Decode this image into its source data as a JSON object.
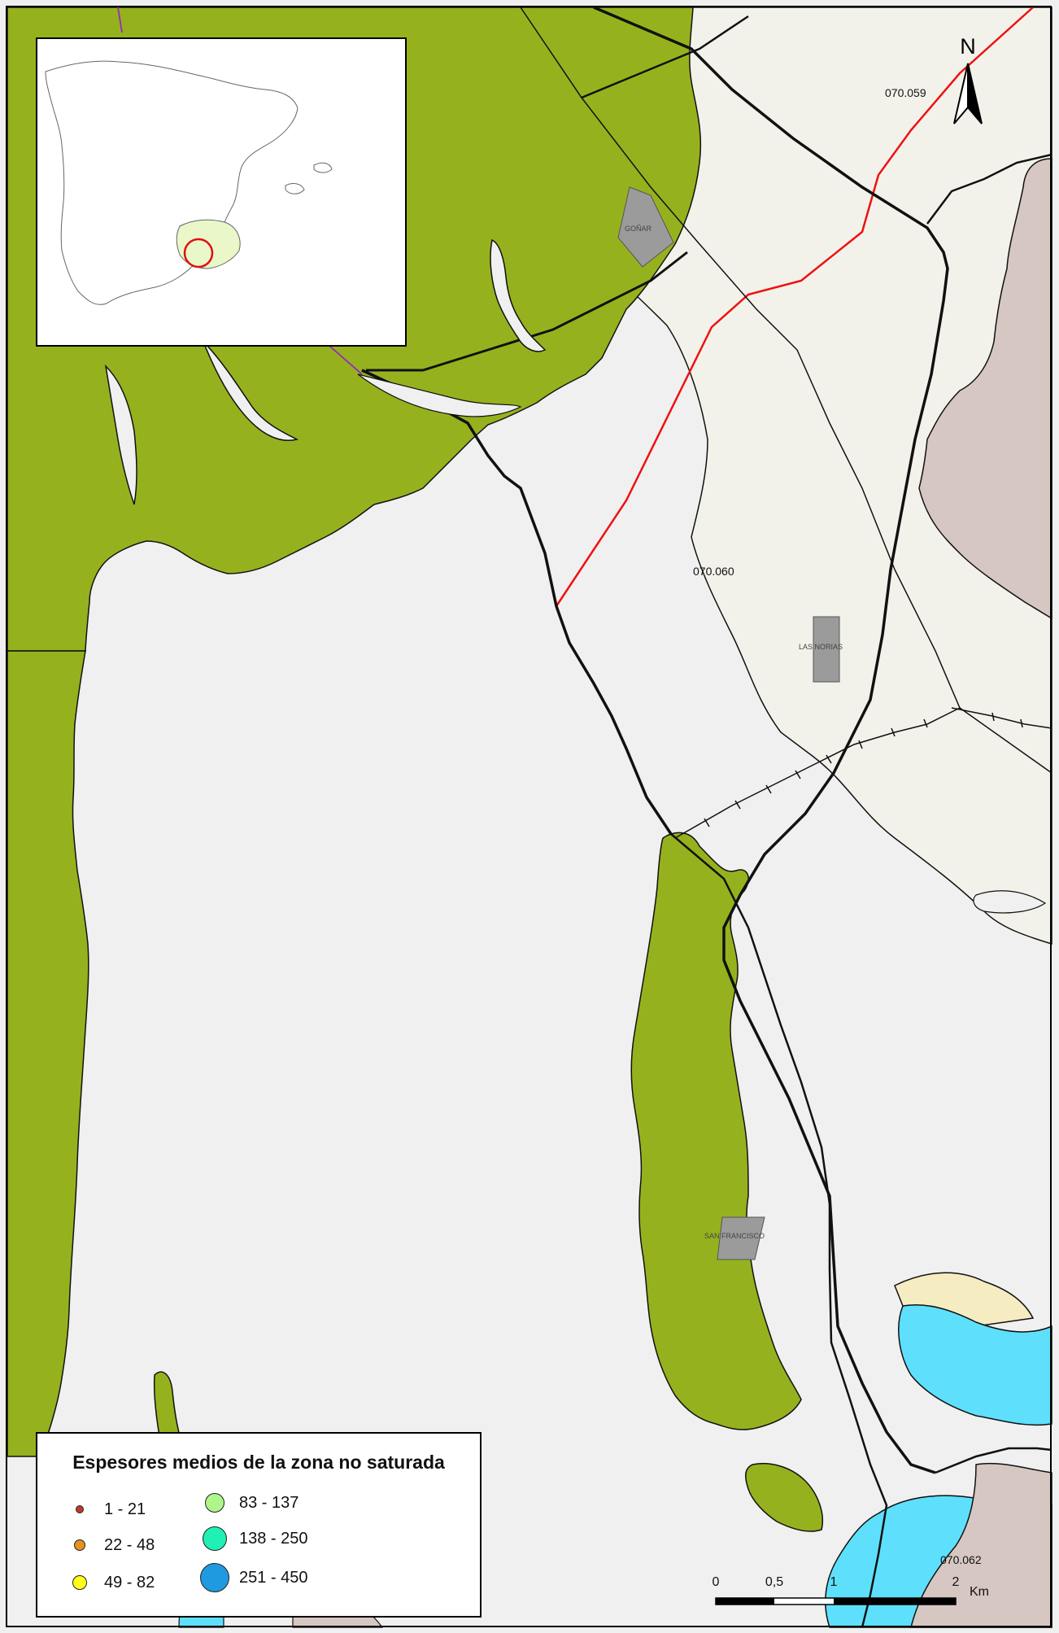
{
  "colors": {
    "background": "#f0f0f0",
    "green_unit": "#95b21e",
    "beige_unit": "#f3f2ea",
    "mauve_unit": "#d7c7c2",
    "cyan_unit": "#5ee0fc",
    "cream_unit": "#f5ecc1",
    "town": "#9b9b9b",
    "red_line": "#ee1111",
    "purple_line": "#9933aa"
  },
  "north_arrow": {
    "letter": "N",
    "icon": "north-arrow-icon"
  },
  "labels": {
    "zones": [
      "070.059",
      "070.060",
      "070.062"
    ],
    "towns": [
      "GOÑAR",
      "LAS NORIAS",
      "SAN FRANCISCO"
    ]
  },
  "legend": {
    "title": "Espesores medios de la zona no saturada",
    "items": [
      {
        "label": "1 - 21",
        "color": "#c0392b"
      },
      {
        "label": "22 - 48",
        "color": "#e89020"
      },
      {
        "label": "49 - 82",
        "color": "#ffff1a"
      },
      {
        "label": "83 - 137",
        "color": "#aef58a"
      },
      {
        "label": "138 - 250",
        "color": "#1ff0b4"
      },
      {
        "label": "251 - 450",
        "color": "#1f9ae0"
      }
    ]
  },
  "scale": {
    "ticks": [
      "0",
      "0,5",
      "1",
      "2"
    ],
    "unit": "Km"
  }
}
